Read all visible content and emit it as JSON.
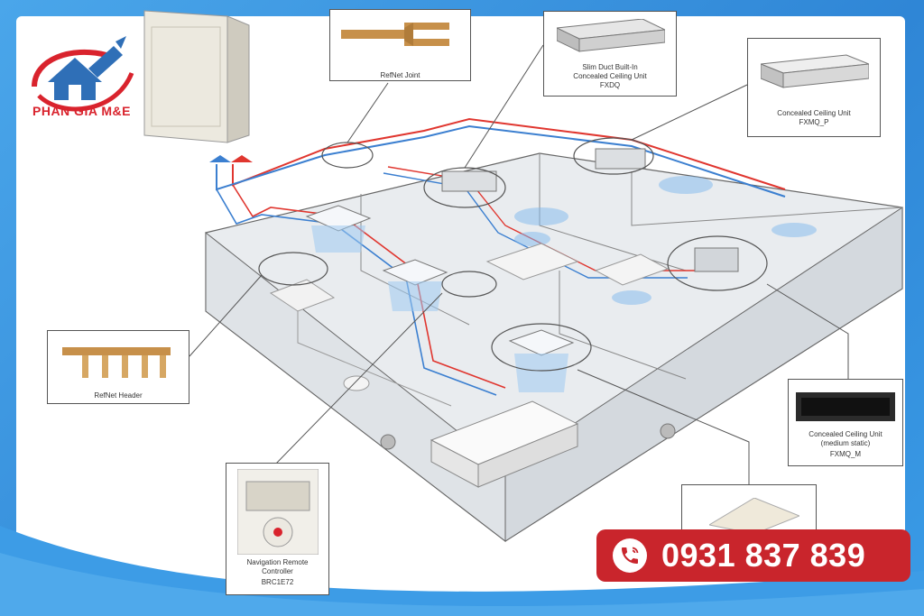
{
  "brand": {
    "name": "PHAN GIA M&E",
    "color_primary": "#d9232d",
    "color_secondary": "#2f6fb7"
  },
  "labels": {
    "refnet_joint": "RefNet Joint",
    "slim_duct_line1": "Slim Duct Built-In",
    "slim_duct_line2": "Concealed Ceiling Unit",
    "slim_duct_model": "FXDQ",
    "ceiling_unit_p_line1": "Concealed Ceiling Unit",
    "ceiling_unit_p_model": "FXMQ_P",
    "refnet_header": "RefNet Header",
    "ceiling_unit_m_line1": "Concealed Ceiling Unit",
    "ceiling_unit_m_line2": "(medium static)",
    "ceiling_unit_m_model": "FXMQ_M",
    "remote_line1": "Navigation Remote",
    "remote_line2": "Controller",
    "remote_model": "BRC1E72"
  },
  "contact": {
    "phone": "0931 837 839",
    "icon": "phone-icon"
  },
  "colors": {
    "refrigerant_hot": "#e0362f",
    "refrigerant_cold": "#3b7fd0",
    "badge": "#c9252c",
    "background": "#3a9be6"
  }
}
